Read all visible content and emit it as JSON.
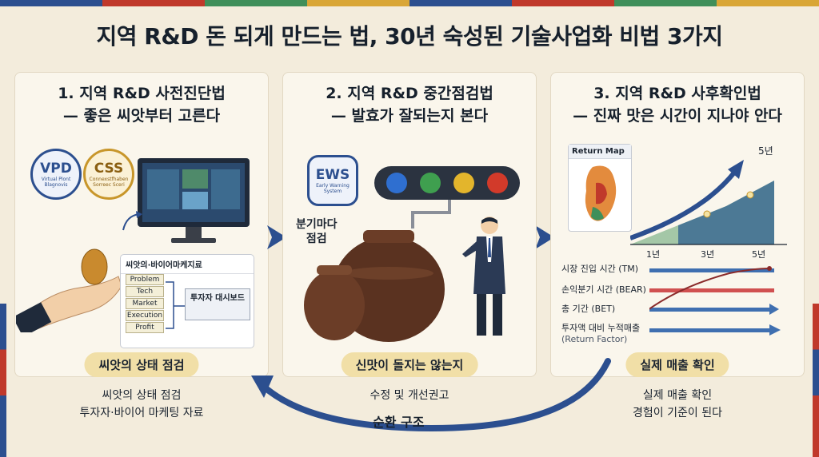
{
  "title": "지역 R&D 돈 되게 만드는 법, 30년 숙성된 기술사업화 비법 3가지",
  "colors": {
    "navy": "#2c4f8f",
    "red": "#c0392b",
    "green": "#3f8f5a",
    "gold": "#d9a636",
    "pill": "#f1dfa7"
  },
  "steps": [
    {
      "title_line1": "1. 지역 R&D 사전진단법",
      "title_line2": "— 좋은 씨앗부터 고른다",
      "badge1_big": "VPD",
      "badge1_small": "Virtual Plont Blagnovis",
      "badge2_big": "CSS",
      "badge2_small": "Connexstfhaben Sorreec Sceri",
      "card_title": "씨앗의·바이어마케지료",
      "rows": [
        "Problem",
        "Tech",
        "Market",
        "Execution",
        "Profit"
      ],
      "dashboard": "투자자 대시보드",
      "pill": "씨앗의 상태 점검",
      "caption_line1": "씨앗의 상태 점검",
      "caption_line2": "투자자·바이어 마케팅 자료"
    },
    {
      "title_line1": "2. 지역 R&D 중간점검법",
      "title_line2": "— 발효가 잘되는지 본다",
      "badge_big": "EWS",
      "badge_small": "Early Warning System",
      "note_line1": "분기마다",
      "note_line2": "점검",
      "pill": "신맛이 돌지는 않는지",
      "caption_line1": "수정 및 개선권고"
    },
    {
      "title_line1": "3. 지역 R&D 사후확인법",
      "title_line2": "— 진짜 맛은 시간이 지나야 안다",
      "map_title": "Return Map",
      "peak_label": "5년",
      "x_ticks": [
        "1년",
        "3년",
        "5년"
      ],
      "metrics": [
        "시장 진입 시간 (TM)",
        "손익분기 시간 (BEAR)",
        "총 기간 (BET)",
        "투자액 대비 누적매출",
        "(Return Factor)"
      ],
      "pill": "실제 매출 확인",
      "caption_line1": "실제 매출 확인",
      "caption_line2": "경험이 기준이 된다"
    }
  ],
  "cycle_label": "순환 구조"
}
